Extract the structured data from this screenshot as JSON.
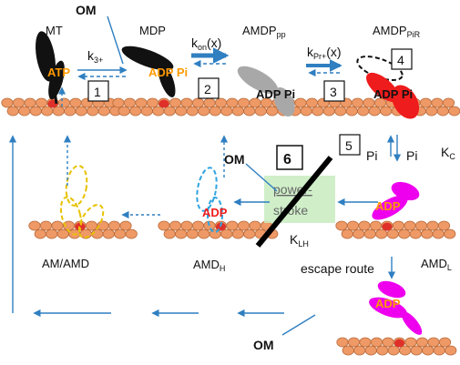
{
  "colors": {
    "arrow": "#2f7fc1",
    "actin": "#ee9966",
    "actin_stroke": "#b86a3a",
    "actin_site": "#e0302a",
    "myosin_black": "#111111",
    "myosin_gray": "#a8a8a8",
    "myosin_red": "#ee1c1c",
    "myosin_magenta": "#ee00ee",
    "myosin_dashed_yellow": "#e8c200",
    "myosin_dashed_blue": "#2fa3e0",
    "nucleotide_orange": "#ff9900",
    "label_red": "#ee1c1c",
    "powerstroke_box": "#c8ecc0"
  },
  "labels": {
    "om_top": "OM",
    "om_mid": "OM",
    "om_bottom": "OM",
    "escape_route": "escape route",
    "powerstroke_1": "power-",
    "powerstroke_2": "stroke",
    "pi_left": "Pi",
    "pi_right": "Pi"
  },
  "states": {
    "mt": "MT",
    "mdp": "MDP",
    "amdp_pp": {
      "main": "AMDP",
      "sub": "pp"
    },
    "amdp_pir": {
      "main": "AMDP",
      "sub": "PiR"
    },
    "am_amd": "AM/AMD",
    "amd_h": {
      "main": "AMD",
      "sub": "H"
    },
    "amd_l": {
      "main": "AMD",
      "sub": "L"
    }
  },
  "nucleotides": {
    "atp": "ATP",
    "adp_pi_1": "ADP Pi",
    "adp_pi_2": "ADP Pi",
    "adp_pi_3": "ADP Pi",
    "adp_h": "ADP",
    "adp_l": "ADP",
    "adp_esc": "ADP"
  },
  "rates": {
    "k3": {
      "main": "k",
      "sub": "3+"
    },
    "kon": {
      "main": "k",
      "sub": "on",
      "suffix": "(x)"
    },
    "kpr": {
      "main": "k",
      "sub": "Pr+",
      "suffix": "(x)"
    },
    "klh": {
      "main": "K",
      "sub": "LH"
    },
    "kc": {
      "main": "K",
      "sub": "C"
    }
  },
  "steps": [
    "1",
    "2",
    "3",
    "4",
    "5",
    "6"
  ]
}
